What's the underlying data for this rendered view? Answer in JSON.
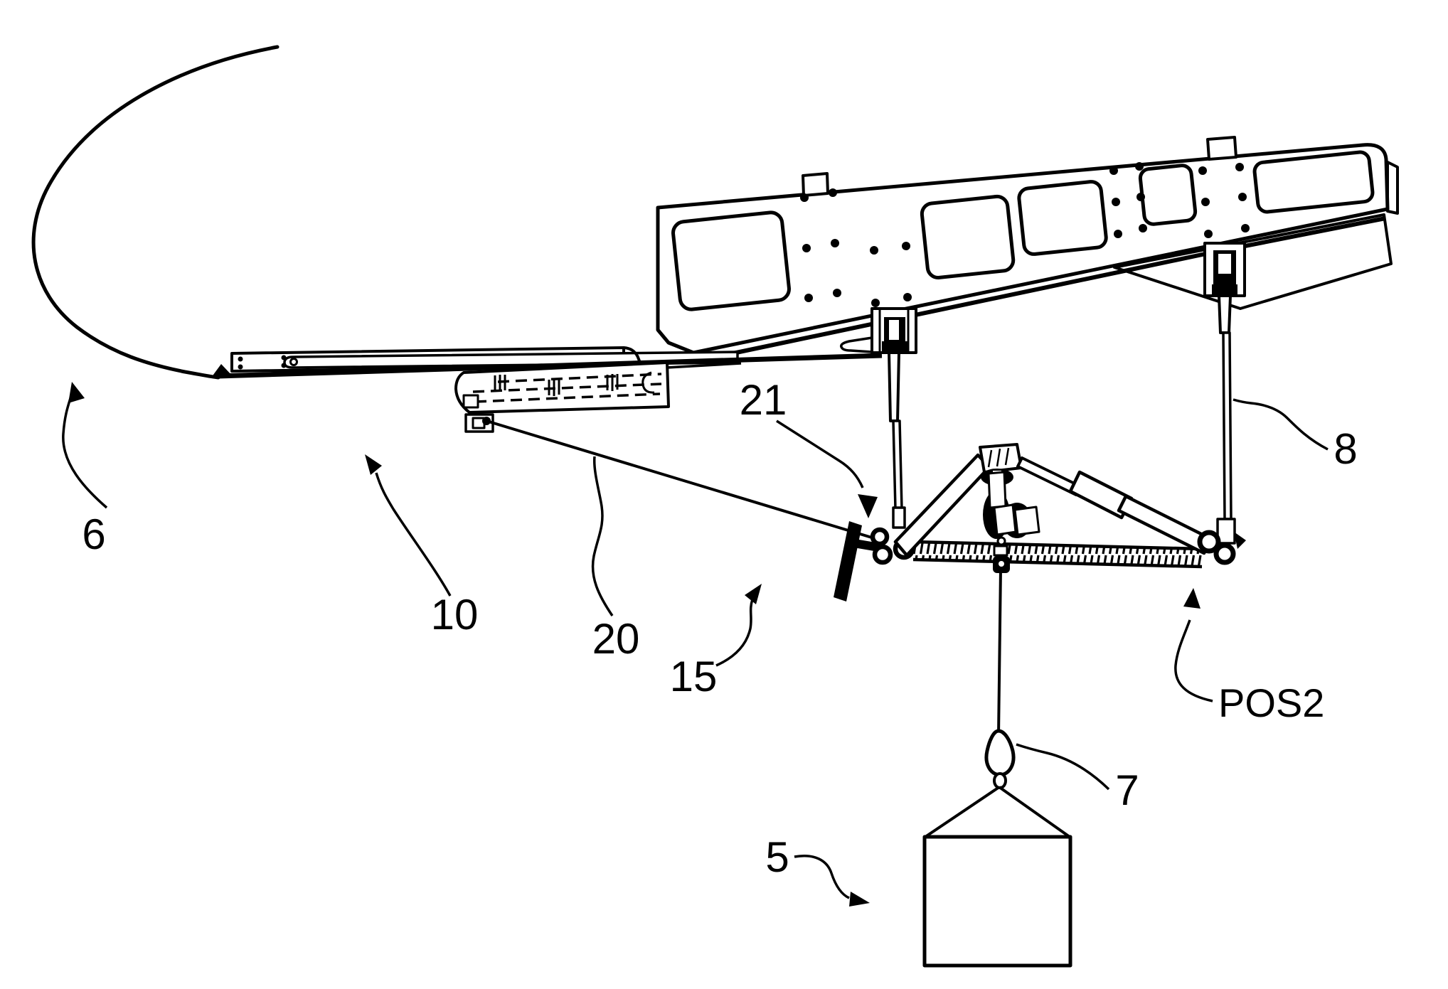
{
  "figure": {
    "background": "#ffffff",
    "ink": "#000000",
    "description": "Patent line drawing: helicopter external hoist system in deployed position"
  },
  "labels": {
    "fuselage": "6",
    "rail_unit": "10",
    "cable": "20",
    "deflector": "15",
    "attachment": "21",
    "strut": "8",
    "hook": "7",
    "load": "5",
    "position": "POS2"
  }
}
